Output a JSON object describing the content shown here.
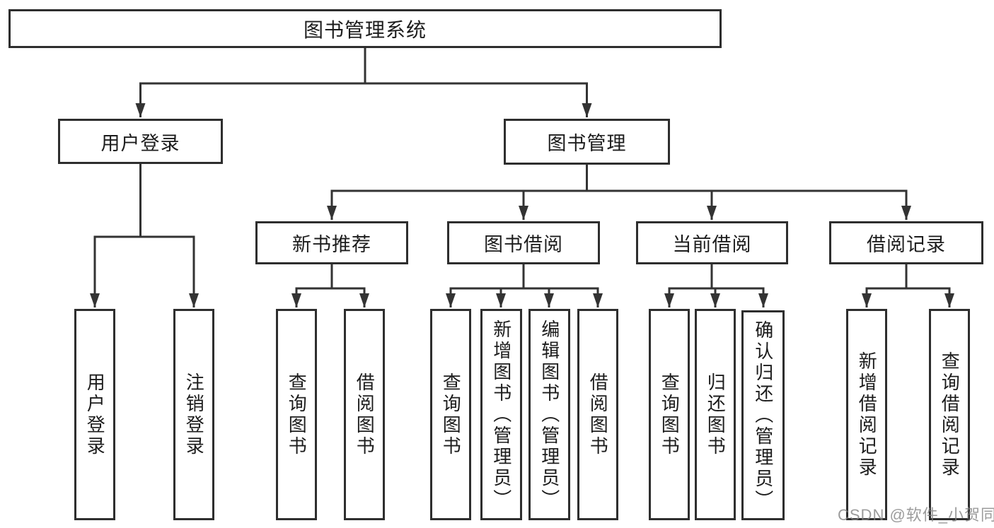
{
  "colors": {
    "line": "#333333",
    "border": "#2e2e2e",
    "text": "#1c1c1c",
    "watermark": "#808080",
    "background": "#ffffff"
  },
  "tree": {
    "label": "图书管理系统",
    "children": [
      {
        "label": "用户登录",
        "children": [
          {
            "label": "用户登录"
          },
          {
            "label": "注销登录"
          }
        ]
      },
      {
        "label": "图书管理",
        "children": [
          {
            "label": "新书推荐",
            "children": [
              {
                "label": "查询图书"
              },
              {
                "label": "借阅图书"
              }
            ]
          },
          {
            "label": "图书借阅",
            "children": [
              {
                "label": "查询图书"
              },
              {
                "label": "新增图书（管理员）"
              },
              {
                "label": "编辑图书（管理员）"
              },
              {
                "label": "借阅图书"
              }
            ]
          },
          {
            "label": "当前借阅",
            "children": [
              {
                "label": "查询图书"
              },
              {
                "label": "归还图书"
              },
              {
                "label": "确认归还（管理员）"
              }
            ]
          },
          {
            "label": "借阅记录",
            "children": [
              {
                "label": "新增借阅记录"
              },
              {
                "label": "查询借阅记录"
              }
            ]
          }
        ]
      }
    ]
  },
  "watermark": {
    "text": "CSDN @软件_小贺同学"
  }
}
